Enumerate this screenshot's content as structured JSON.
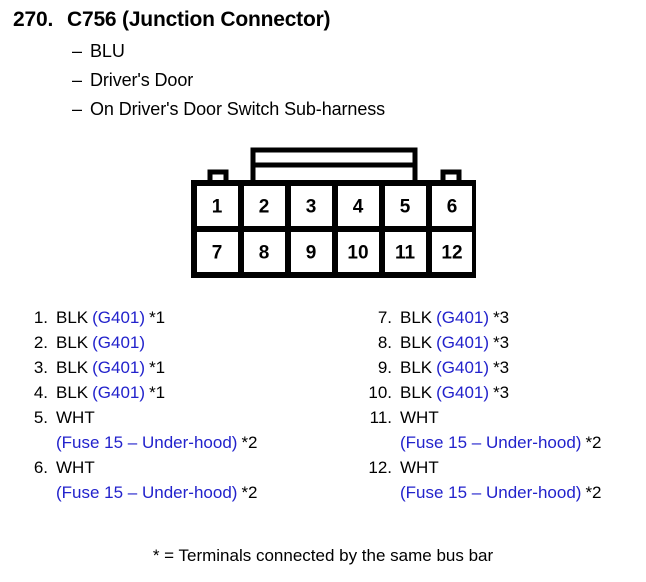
{
  "header": {
    "number": "270.",
    "title": "C756 (Junction Connector)",
    "dash": "–",
    "sub_lines": [
      "BLU",
      "Driver's Door",
      "On Driver's Door Switch Sub-harness"
    ]
  },
  "connector": {
    "name": "12-pin-connector-diagram",
    "rows": [
      [
        "1",
        "2",
        "3",
        "4",
        "5",
        "6"
      ],
      [
        "7",
        "8",
        "9",
        "10",
        "11",
        "12"
      ]
    ]
  },
  "colors": {
    "ink": "#000000",
    "reference_blue": "#2222cc",
    "background": "#ffffff"
  },
  "pins": {
    "left": [
      {
        "num": "1.",
        "wire": "BLK",
        "ref": "(G401)",
        "note": "*1",
        "second": null
      },
      {
        "num": "2.",
        "wire": "BLK",
        "ref": "(G401)",
        "note": "",
        "second": null
      },
      {
        "num": "3.",
        "wire": "BLK",
        "ref": "(G401)",
        "note": "*1",
        "second": null
      },
      {
        "num": "4.",
        "wire": "BLK",
        "ref": "(G401)",
        "note": "*1",
        "second": null
      },
      {
        "num": "5.",
        "wire": "WHT",
        "ref": "",
        "note": "",
        "second": {
          "ref": "(Fuse 15 – Under-hood)",
          "note": "*2"
        }
      },
      {
        "num": "6.",
        "wire": "WHT",
        "ref": "",
        "note": "",
        "second": {
          "ref": "(Fuse 15 – Under-hood)",
          "note": "*2"
        }
      }
    ],
    "right": [
      {
        "num": "7.",
        "wire": "BLK",
        "ref": "(G401)",
        "note": "*3",
        "second": null
      },
      {
        "num": "8.",
        "wire": "BLK",
        "ref": "(G401)",
        "note": "*3",
        "second": null
      },
      {
        "num": "9.",
        "wire": "BLK",
        "ref": "(G401)",
        "note": "*3",
        "second": null
      },
      {
        "num": "10.",
        "wire": "BLK",
        "ref": "(G401)",
        "note": "*3",
        "second": null
      },
      {
        "num": "11.",
        "wire": "WHT",
        "ref": "",
        "note": "",
        "second": {
          "ref": "(Fuse 15 – Under-hood)",
          "note": "*2"
        }
      },
      {
        "num": "12.",
        "wire": "WHT",
        "ref": "",
        "note": "",
        "second": {
          "ref": "(Fuse 15 – Under-hood)",
          "note": "*2"
        }
      }
    ]
  },
  "footer": {
    "note": "* = Terminals connected by the same bus bar"
  }
}
